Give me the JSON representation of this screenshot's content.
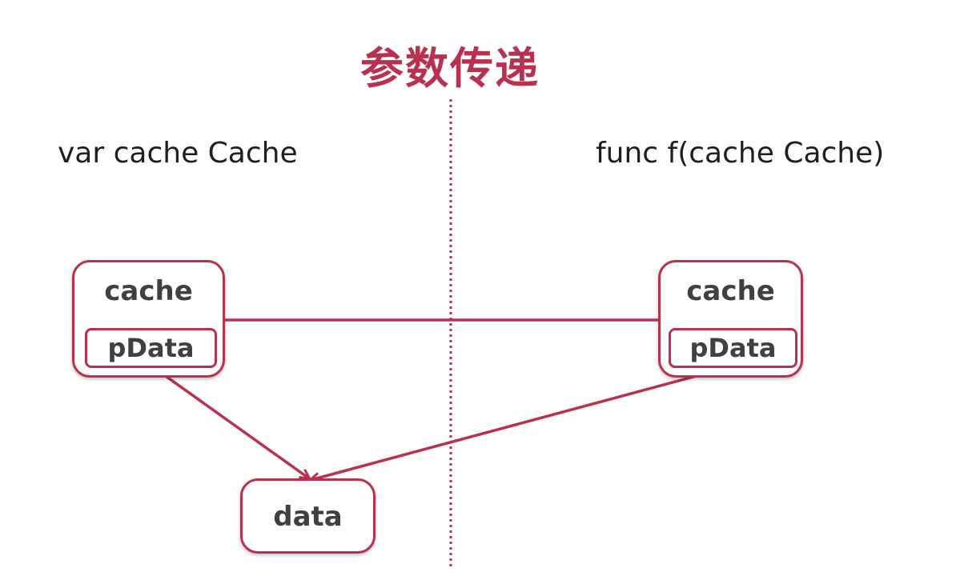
{
  "title": "参数传递",
  "left_code": "var cache Cache",
  "right_code": "func f(cache Cache)",
  "left_box": {
    "label": "cache",
    "field": "pData"
  },
  "right_box": {
    "label": "cache",
    "field": "pData"
  },
  "target_box": {
    "label": "data"
  },
  "colors": {
    "accent": "#b8314f",
    "text": "#404040",
    "code_text": "#1f1f1f"
  }
}
